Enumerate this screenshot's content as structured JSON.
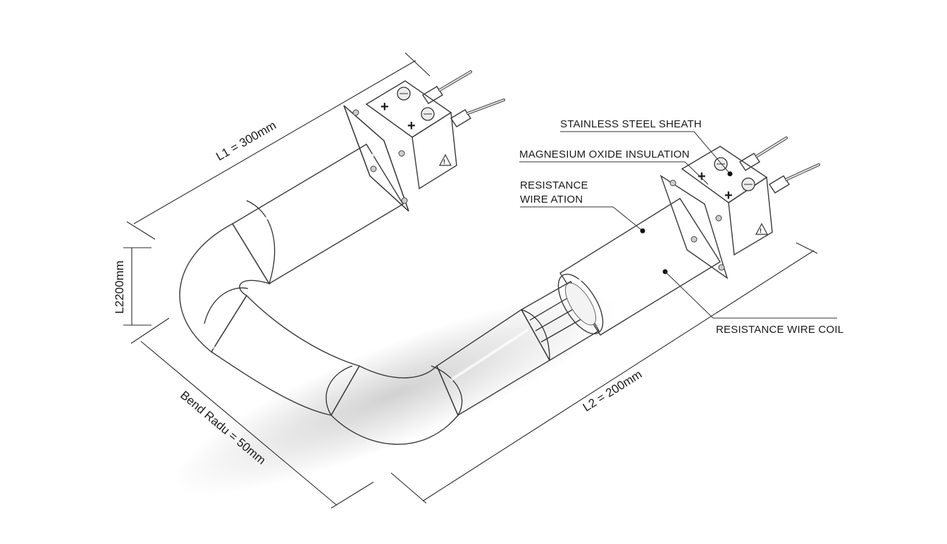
{
  "dimensions": {
    "l1": "L1 = 300mm",
    "l2": "L2 = 200mm",
    "height": "L2200mm",
    "bend_radius": "Bend Radu = 50mm"
  },
  "callouts": {
    "sheath": "STAINLESS STEEL SHEATH",
    "insulation": "MAGNESIUM OXIDE INSULATION",
    "resistance_line1": "RESISTANCE",
    "resistance_line2": "WIRE ATION",
    "coil": "RESISTANCE WIRE COIL"
  },
  "terminal_marks": {
    "plus": "+",
    "warning": "!"
  },
  "colors": {
    "steel_light": "#f4f4f4",
    "steel_mid": "#b9b9b9",
    "steel_dark": "#6f6f6f",
    "line": "#2a2a2a"
  }
}
